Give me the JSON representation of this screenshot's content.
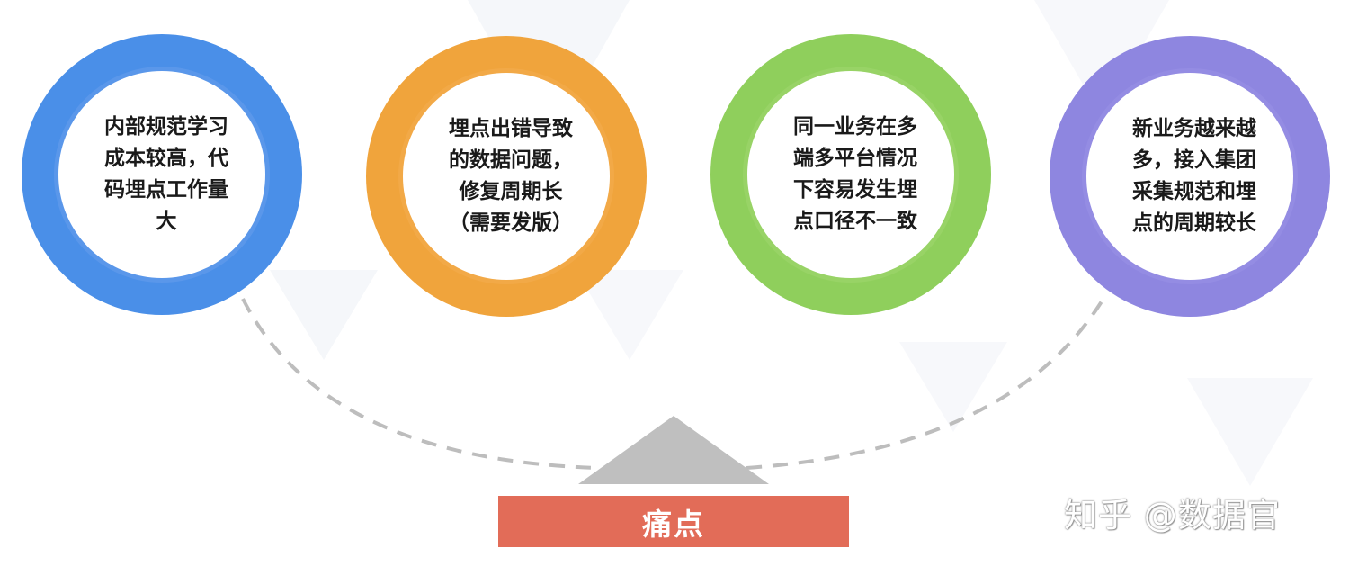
{
  "circles": [
    {
      "text": "内部规范学习\n成本较高，代\n码埋点工作量\n大",
      "color": "#4a8fe8",
      "ring_color": "#5a97ea"
    },
    {
      "text": "埋点出错导致\n的数据问题，\n修复周期长\n（需要发版）",
      "color": "#f0a43c",
      "ring_color": "#f2a947"
    },
    {
      "text": "同一业务在多\n端多平台情况\n下容易发生埋\n点口径不一致",
      "color": "#8fcf5c",
      "ring_color": "#98d366"
    },
    {
      "text": "新业务越来越\n多，接入集团\n采集规范和埋\n点的周期较长",
      "color": "#8e86e0",
      "ring_color": "#948ce3"
    }
  ],
  "center_label": "痛点",
  "colors": {
    "label_bg": "#e26c58",
    "triangle": "#bfbfbf",
    "dash": "#bdbdbd"
  },
  "watermark": "知乎 @数据官"
}
